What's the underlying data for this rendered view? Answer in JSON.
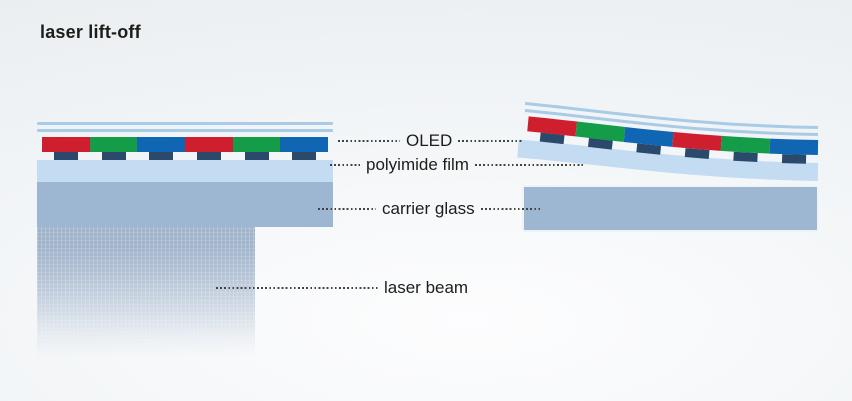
{
  "title": "laser lift-off",
  "labels": {
    "oled": "OLED",
    "polyimide": "polyimide film",
    "carrier": "carrier glass",
    "laser_beam": "laser beam"
  },
  "palette": {
    "background_center": "#fdfdfe",
    "background_edge": "#e8ecef",
    "text": "#1d1d1b",
    "leader_dots": "#44443f",
    "encap_line": "#a9cbe6",
    "oled_red": "#cf1e2e",
    "oled_green": "#149c48",
    "oled_blue": "#1066b2",
    "tft_navy": "#2b4a6b",
    "polyimide_film": "#c3dcf1",
    "carrier_glass": "#9db7d2",
    "laser_beam": "rgba(58,98,148,0.45)"
  },
  "diagram": {
    "left": {
      "subpixels": [
        "oled_red",
        "oled_green",
        "oled_blue",
        "oled_red",
        "oled_green",
        "oled_blue"
      ]
    },
    "right": {
      "subpixels": [
        "oled_red",
        "oled_green",
        "oled_blue",
        "oled_red",
        "oled_green",
        "oled_blue"
      ]
    }
  }
}
